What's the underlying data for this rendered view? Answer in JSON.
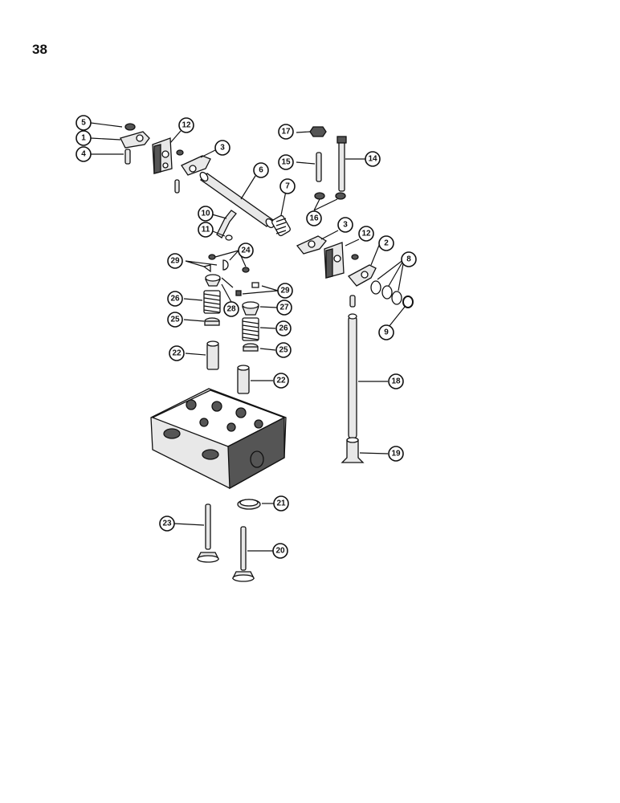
{
  "page": {
    "number": "38"
  },
  "callouts": [
    {
      "id": "c1",
      "label": "1"
    },
    {
      "id": "c2",
      "label": "2"
    },
    {
      "id": "c3a",
      "label": "3"
    },
    {
      "id": "c3b",
      "label": "3"
    },
    {
      "id": "c4",
      "label": "4"
    },
    {
      "id": "c5",
      "label": "5"
    },
    {
      "id": "c6",
      "label": "6"
    },
    {
      "id": "c7",
      "label": "7"
    },
    {
      "id": "c8",
      "label": "8"
    },
    {
      "id": "c9",
      "label": "9"
    },
    {
      "id": "c10",
      "label": "10"
    },
    {
      "id": "c11",
      "label": "11"
    },
    {
      "id": "c12a",
      "label": "12"
    },
    {
      "id": "c12b",
      "label": "12"
    },
    {
      "id": "c14",
      "label": "14"
    },
    {
      "id": "c15",
      "label": "15"
    },
    {
      "id": "c16",
      "label": "16"
    },
    {
      "id": "c17",
      "label": "17"
    },
    {
      "id": "c18",
      "label": "18"
    },
    {
      "id": "c19",
      "label": "19"
    },
    {
      "id": "c20",
      "label": "20"
    },
    {
      "id": "c21",
      "label": "21"
    },
    {
      "id": "c22a",
      "label": "22"
    },
    {
      "id": "c22b",
      "label": "22"
    },
    {
      "id": "c23",
      "label": "23"
    },
    {
      "id": "c24",
      "label": "24"
    },
    {
      "id": "c25a",
      "label": "25"
    },
    {
      "id": "c25b",
      "label": "25"
    },
    {
      "id": "c26a",
      "label": "26"
    },
    {
      "id": "c26b",
      "label": "26"
    },
    {
      "id": "c27",
      "label": "27"
    },
    {
      "id": "c28",
      "label": "28"
    },
    {
      "id": "c29a",
      "label": "29"
    },
    {
      "id": "c29b",
      "label": "29"
    }
  ]
}
